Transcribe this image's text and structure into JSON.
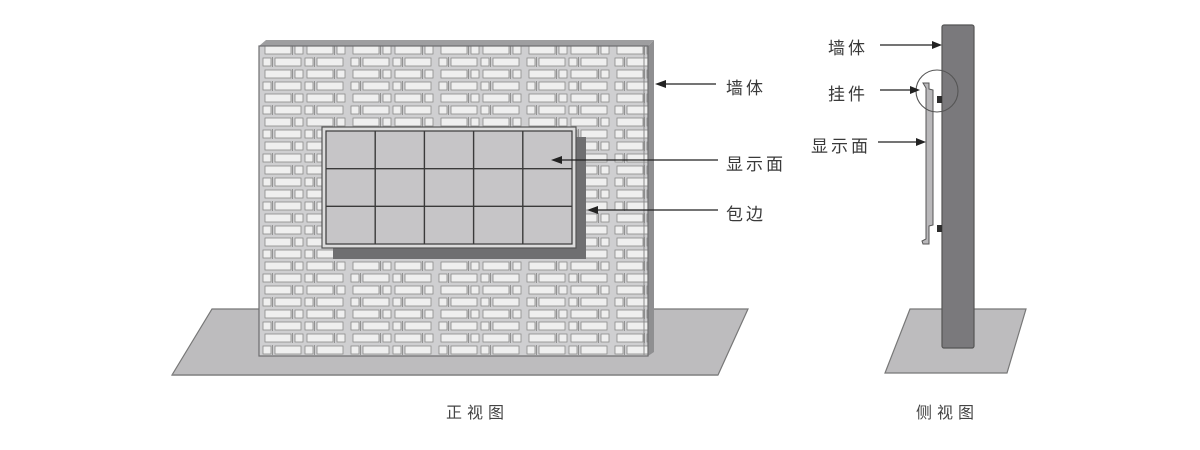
{
  "diagram": {
    "front_view": {
      "caption": "正视图",
      "labels": {
        "wall": "墙体",
        "display_surface": "显示面",
        "edge_trim": "包边"
      },
      "display_grid": {
        "columns": 5,
        "rows": 3
      }
    },
    "side_view": {
      "caption": "侧视图",
      "labels": {
        "wall": "墙体",
        "mount_bracket": "挂件",
        "display_surface": "显示面"
      }
    },
    "colors": {
      "background": "#ffffff",
      "ground": "#bdbcbe",
      "ground_stroke": "#777777",
      "wall_brick_bg": "#cfcfd1",
      "brick": "#ededed",
      "brick_stroke": "#8a8a8a",
      "display_tile": "#c6c5c7",
      "display_grid_line": "#3a3a3a",
      "shadow": "#6f6f71",
      "side_wall": "#7a797c",
      "side_panel": "#b9b8ba",
      "bracket": "#2e2e2e",
      "arrow": "#222222",
      "text": "#3a3a3a"
    }
  }
}
